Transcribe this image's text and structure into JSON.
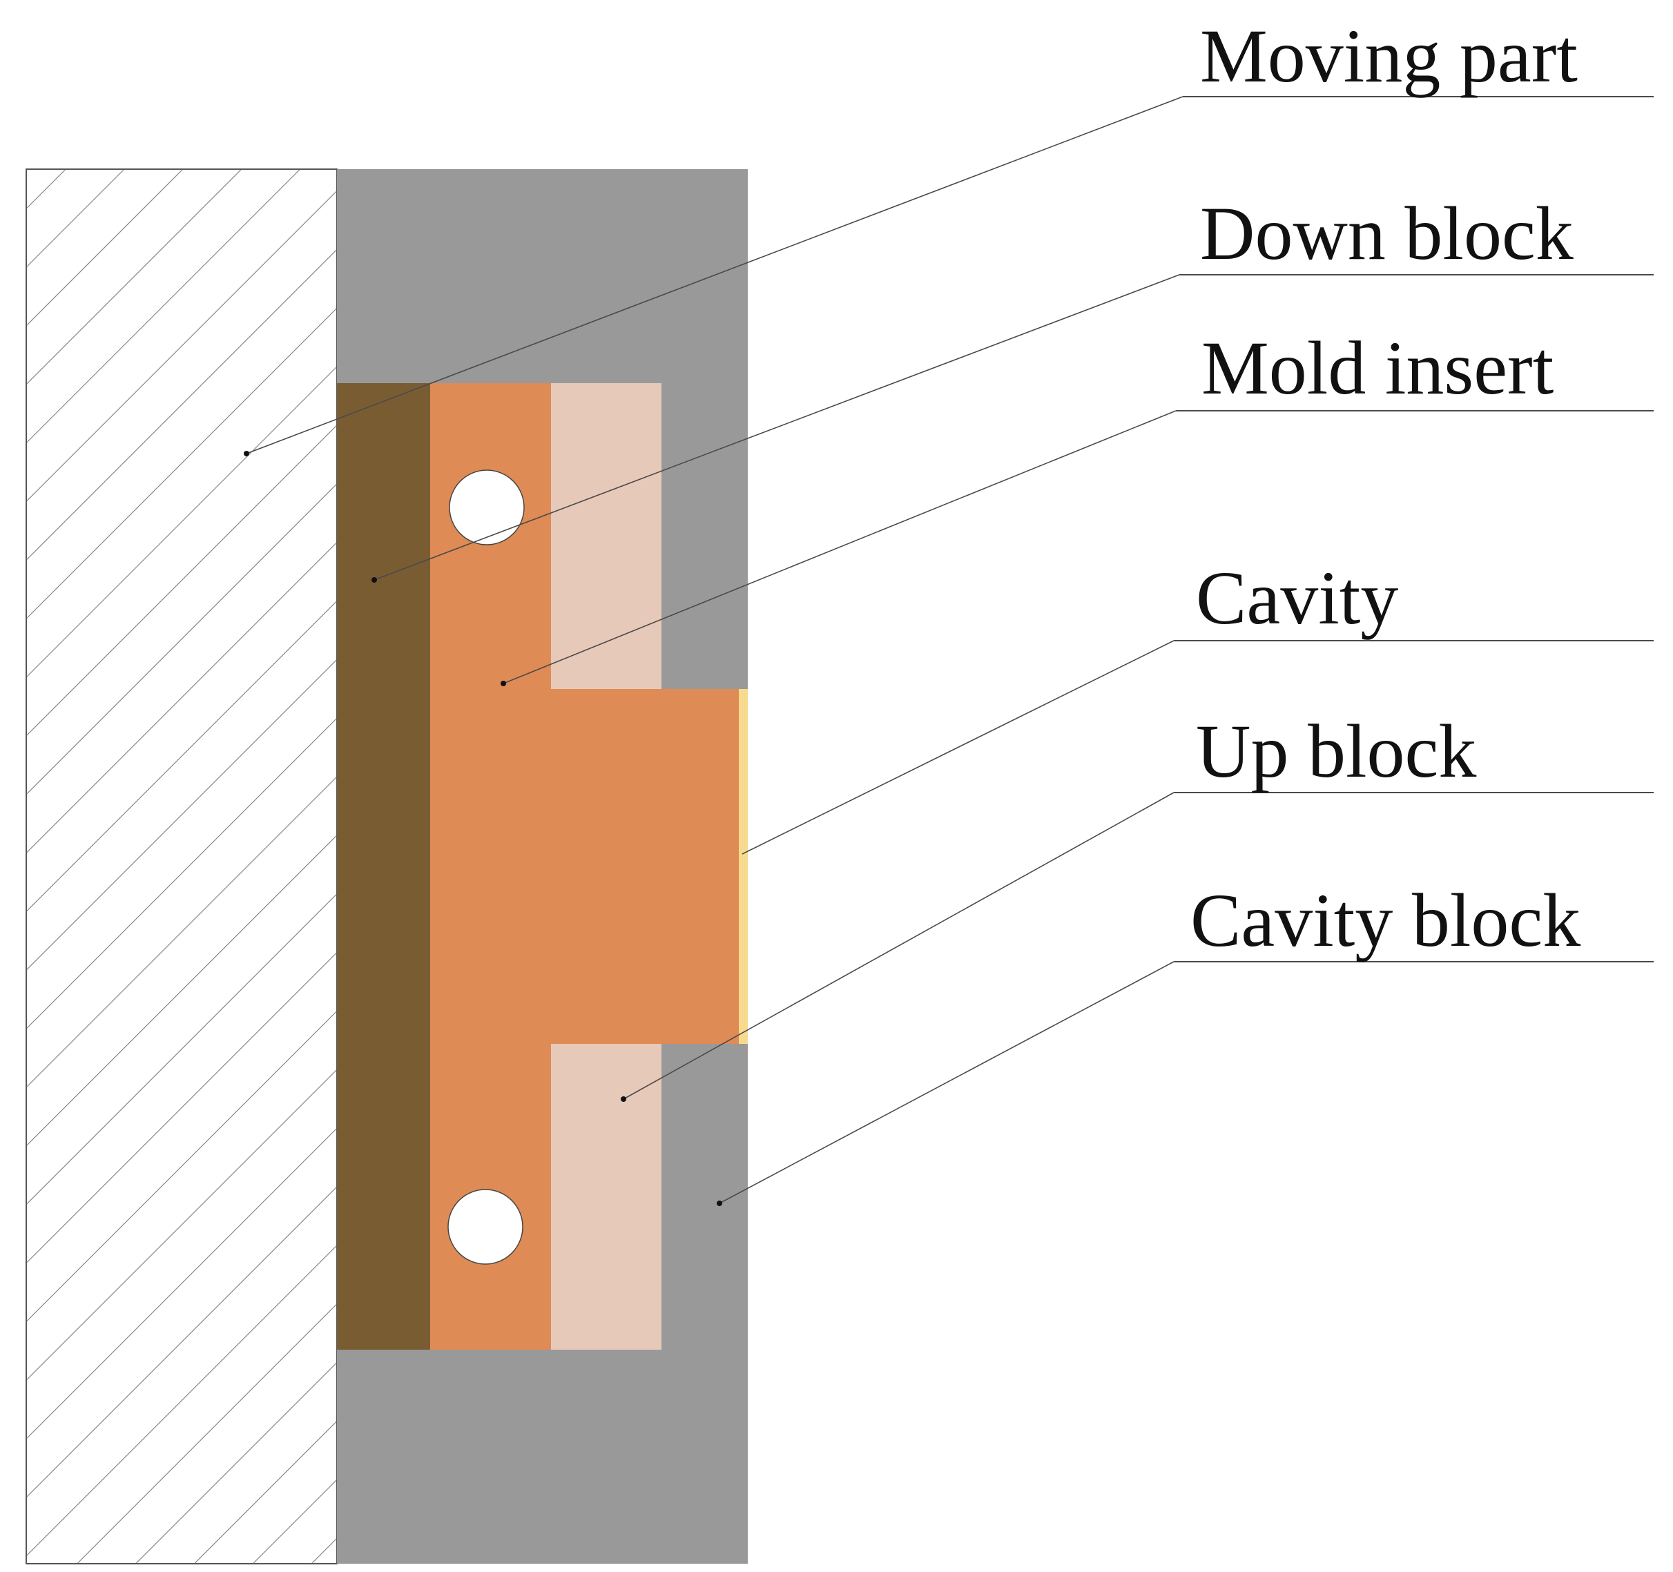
{
  "labels": {
    "moving_part": "Moving part",
    "down_block": "Down block",
    "mold_insert": "Mold insert",
    "cavity": "Cavity",
    "up_block": "Up block",
    "cavity_block": "Cavity block"
  },
  "colors": {
    "moving_part_hatch": "#7a7a7a",
    "cavity_block": "#999999",
    "down_block": "#7a5c33",
    "mold_insert": "#df8b55",
    "up_block": "#e7c9b9",
    "cavity": "#f6db8e",
    "pin_hole": "#ffffff"
  }
}
